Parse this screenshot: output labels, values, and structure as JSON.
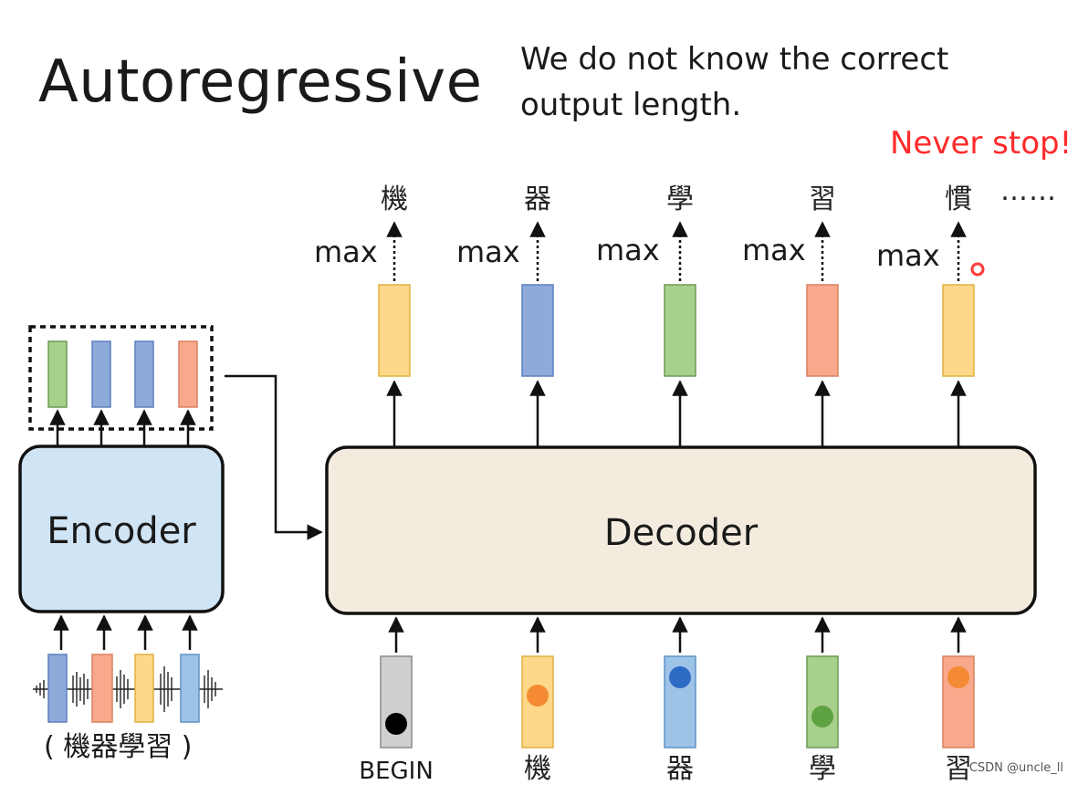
{
  "title": "Autoregressive",
  "note": "We do not know the correct output length.",
  "alert": "Never stop!",
  "ellipsis": "……",
  "encoder": {
    "label": "Encoder",
    "input_caption": "( 機器學習 )"
  },
  "decoder": {
    "label": "Decoder"
  },
  "max_label": "max",
  "outputs": [
    "機",
    "器",
    "學",
    "習",
    "慣"
  ],
  "inputs": [
    "BEGIN",
    "機",
    "器",
    "學",
    "習"
  ],
  "colors": {
    "yellow": "#fdd88a",
    "blue": "#8eaadb",
    "green": "#a8d08d",
    "orange": "#f8a98b",
    "lightblue": "#9dc3e6",
    "gray": "#cfcfcf",
    "alert": "#ff2b2b"
  },
  "watermark": "CSDN @uncle_ll"
}
